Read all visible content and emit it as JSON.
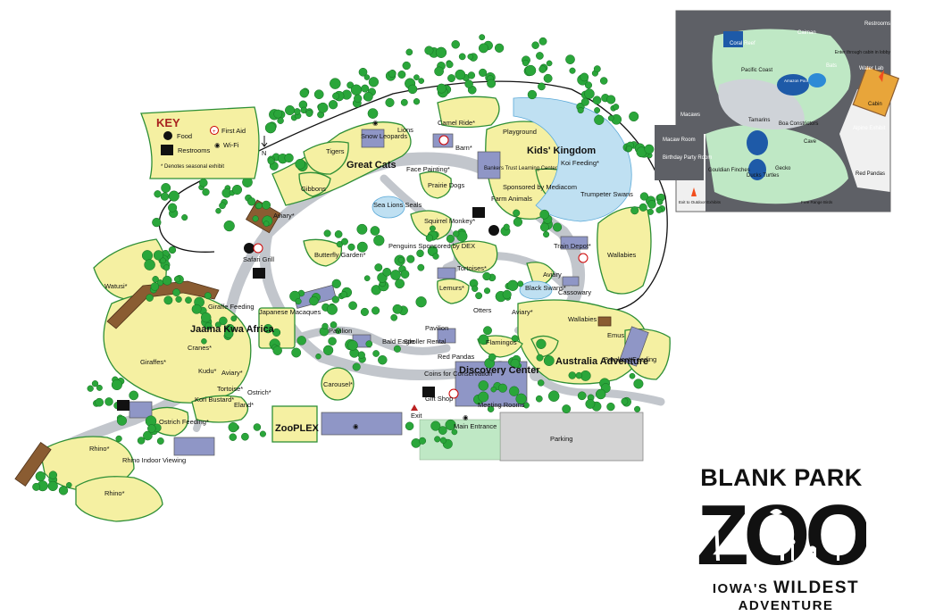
{
  "key": {
    "title": "KEY",
    "food": "Food",
    "first_aid": "First Aid",
    "wifi": "Wi-Fi",
    "restrooms": "Restrooms",
    "seasonal_note": "* Denotes seasonal exhibit"
  },
  "north": "N",
  "labels": {
    "snow_leopards": "Snow Leopards",
    "lions": "Lions",
    "camel_ride": "Camel Ride*",
    "barn": "Barn*",
    "playground": "Playground",
    "kids_kingdom": "Kids' Kingdom",
    "koi_feeding": "Koi Feeding*",
    "bankers_trust": "Bankers Trust Learning Center",
    "sponsored_mediacom": "Sponsored by Mediacom",
    "farm_animals": "Farm Animals",
    "trumpeter_swans": "Trumpeter Swans",
    "tigers": "Tigers",
    "great_cats": "Great Cats",
    "face_painting": "Face Painting*",
    "prairie_dogs": "Prairie Dogs",
    "gibbons": "Gibbons",
    "sea_lions": "Sea Lions Seals",
    "aviary_top": "Aviary*",
    "squirrel_monkey": "Squirrel Monkey*",
    "penguins": "Penguins Sponsored by DEX",
    "butterfly_garden": "Butterfly Garden*",
    "safari_grill": "Safari Grill",
    "train_depot": "Train Depot*",
    "wallabies_top": "Wallabies",
    "tortoises_mid": "Tortoises*",
    "watusi": "Watusi*",
    "giraffe_feeding": "Giraffe Feeding",
    "japanese_macaques": "Japanese Macaques",
    "lemurs": "Lemurs*",
    "aviary_mid": "Aviary",
    "black_swans": "Black Swans*",
    "cassowary": "Cassowary",
    "otters": "Otters",
    "jaama_kwa_africa": "Jaama Kwa Africa",
    "cranes": "Cranes*",
    "wallabies": "Wallabies",
    "aviary_aus": "Aviary*",
    "emus": "Emus",
    "pavilion_1": "Pavilion",
    "bald_eagle": "Bald Eagle",
    "stroller_rental": "Stroller Rental",
    "pavilion_2": "Pavilion",
    "flamingos": "Flamingos",
    "giraffes": "Giraffes*",
    "kudu": "Kudu*",
    "aviary_africa": "Aviary*",
    "red_pandas": "Red Pandas",
    "coins_for_conservation": "Coins for Conservation",
    "discovery_center": "Discovery Center",
    "australia_adventure": "Australia Adventure",
    "parakeet_feeding": "Parakeet Feeding",
    "tortoise": "Tortoise*",
    "ostrich": "Ostrich*",
    "carousel": "Carousel*",
    "kori_bustard": "Kori Bustard*",
    "eland": "Eland*",
    "gift_shop": "Gift Shop",
    "meeting_rooms": "Meeting Rooms",
    "exit": "Exit",
    "ostrich_feeding": "Ostrich Feeding*",
    "zooplex": "ZooPLEX",
    "main_entrance": "Main Entrance",
    "parking": "Parking",
    "rhino_1": "Rhino*",
    "rhino_indoor": "Rhino Indoor Viewing",
    "rhino_2": "Rhino*"
  },
  "inset": {
    "restrooms": "Restrooms",
    "enter_lobby": "Enter through cabin in lobby",
    "coral_reef": "Coral Reef",
    "caiman": "Caiman",
    "pacific_coast": "Pacific Coast",
    "bats": "Bats",
    "water_lab": "Water Lab",
    "amazon_pool": "Amazon Pool",
    "cabin": "Cabin",
    "macaws": "Macaws",
    "tamarins": "Tamarins",
    "boa_constrictors": "Boa Constrictors",
    "alpine_exhibit": "Alpine Exhibit",
    "macaw_room": "Macaw Room",
    "birthday_party_room": "Birthday Party Room",
    "cave": "Cave",
    "gouldian_finches": "Gouldian Finches",
    "ducks_turtles": "Ducks Turtles",
    "gecko": "Gecko",
    "red_pandas": "Red Pandas",
    "free_range_birds": "Free Range Birds",
    "exit_outdoor": "Exit to Outdoor Exhibits"
  },
  "brand": {
    "name": "BLANK PARK",
    "logo_word": "ZOO",
    "tagline_a": "IOWA'S",
    "tagline_b": "WILDEST",
    "tagline_c": "ADVENTURE"
  },
  "colors": {
    "exhibit": "#f5f0a2",
    "path": "#c2c6cc",
    "building": "#8f96c6",
    "water": "#bfe0f2",
    "tree": "#2aa63a",
    "outline": "#2e8f36",
    "brown": "#8a5c32",
    "key_red": "#a8221f"
  }
}
